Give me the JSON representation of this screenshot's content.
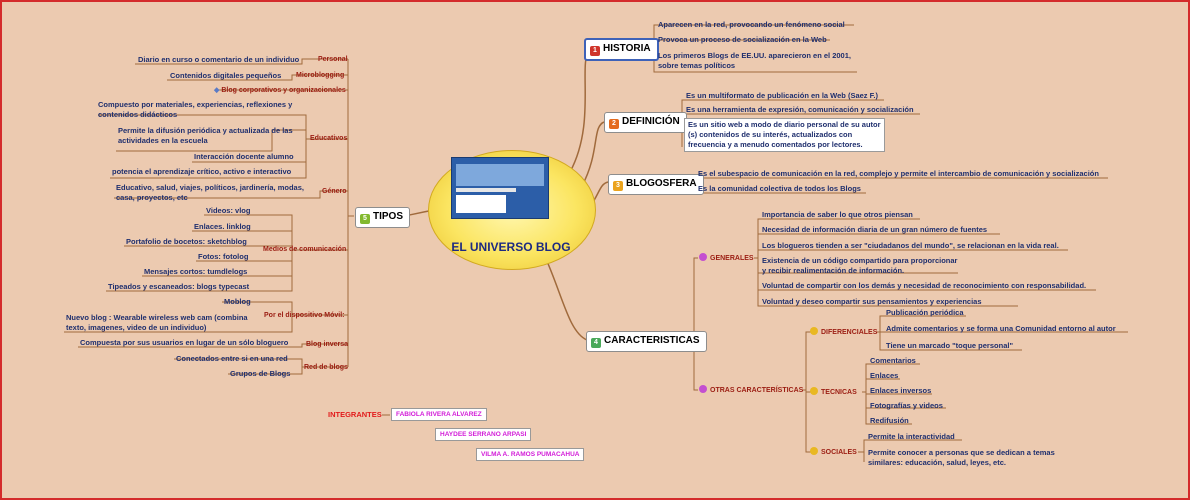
{
  "center": {
    "title": "EL UNIVERSO BLOG"
  },
  "colors": {
    "background": "#eccab0",
    "border": "#d42b2b",
    "line": "#a06a3c",
    "leaf_text": "#1f2f6e",
    "category_text": "#9b1d12",
    "names_text": "#d21bd8"
  },
  "branches": {
    "historia": {
      "num": "1",
      "title": "HISTORIA",
      "items": [
        "Aparecen en la red, provocando un fenómeno social",
        "Provoca un proceso de socialización en la Web",
        "Los primeros Blogs de EE.UU. aparecieron en el 2001,",
        "sobre temas políticos"
      ]
    },
    "definicion": {
      "num": "2",
      "title": "DEFINICIÓN",
      "items": [
        "Es un multiformato de publicación en la Web (Saez F.)",
        "Es una herramienta de expresión, comunicación y socialización"
      ],
      "box": [
        "Es un sitio web a modo de diario personal de su autor",
        "(s) contenidos de su interés, actualizados con",
        "frecuencia y a menudo comentados por lectores."
      ]
    },
    "blogosfera": {
      "num": "3",
      "title": "BLOGOSFERA",
      "items": [
        "Es el subespacio de comunicación en la red, complejo y permite el intercambio de comunicación y socialización",
        "Es la comunidad colectiva de todos los Blogs"
      ]
    },
    "caracteristicas": {
      "num": "4",
      "title": "CARACTERISTICAS",
      "generales": {
        "label": "GENERALES",
        "items": [
          "Importancia de saber lo que otros piensan",
          "Necesidad de información diaria de un gran número de fuentes",
          "Los blogueros tienden a ser \"ciudadanos del mundo\", se relacionan en la vida real.",
          "Existencia de un código compartido para proporcionar",
          "y recibir realimentación de información.",
          "Voluntad de compartir con los demás y necesidad de reconocimiento con responsabilidad.",
          "Voluntad y deseo compartir sus pensamientos y experiencias"
        ]
      },
      "otras": {
        "label": "OTRAS CARACTERÍSTICAS",
        "diferenciales": {
          "label": "DIFERENCIALES",
          "items": [
            "Publicación periódica",
            "Admite comentarios y se forma una Comunidad entorno al autor",
            "Tiene un marcado \"toque personal\""
          ]
        },
        "tecnicas": {
          "label": "TECNICAS",
          "items": [
            "Comentarios",
            "Enlaces",
            "Enlaces inversos",
            "Fotografías y videos",
            "Redifusión"
          ]
        },
        "sociales": {
          "label": "SOCIALES",
          "items": [
            "Permite la interactividad",
            "Permite conocer a personas que se dedican a temas",
            "similares: educación, salud, leyes, etc."
          ]
        }
      }
    },
    "tipos": {
      "num": "5",
      "title": "TIPOS",
      "personal": {
        "label": "Personal",
        "items": [
          "Diario en curso o comentario de un individuo"
        ]
      },
      "microblogging": {
        "label": "Microblogging",
        "items": [
          "Contenidos digitales pequeños"
        ]
      },
      "corporativos": {
        "label": "Blog corporativos y organizacionales"
      },
      "educativos": {
        "label": "Educativos",
        "items": [
          "Compuesto por materiales, experiencias, reflexiones y",
          "contenidos didácticos",
          "Permite la difusión periódica y actualizada de las",
          "actividades en la escuela",
          "Interacción docente alumno",
          "potencia el aprendizaje crítico, activo e interactivo"
        ]
      },
      "genero": {
        "label": "Género",
        "items": [
          "Educativo, salud, viajes, políticos, jardinería, modas,",
          "casa, proyectos, etc"
        ]
      },
      "medios": {
        "label": "Medios de comunicación",
        "items": [
          "Videos: vlog",
          "Enlaces. linklog",
          "Portafolio de bocetos: sketchblog",
          "Fotos: fotolog",
          "Mensajes cortos: tumdlelogs",
          "Tipeados y escaneados: blogs  typecast"
        ]
      },
      "movil": {
        "label": "Por el dispositivo Móvil:",
        "items": [
          "Moblog",
          "Nuevo blog : Wearable wireless web cam (combina",
          "texto, imagenes, video de un individuo)"
        ]
      },
      "inversa": {
        "label": "Blog inversa",
        "items": [
          "Compuesta por sus usuarios en lugar de un sólo bloguero"
        ]
      },
      "red": {
        "label": "Red de blogs",
        "items": [
          "Conectados entre si en una red",
          "Grupos de Blogs"
        ]
      }
    }
  },
  "integrantes": {
    "label": "INTEGRANTES",
    "names": [
      "FABIOLA RIVERA ALVAREZ",
      "HAYDEE SERRANO ARPASI",
      "VILMA A. RAMOS PUMACAHUA"
    ]
  }
}
